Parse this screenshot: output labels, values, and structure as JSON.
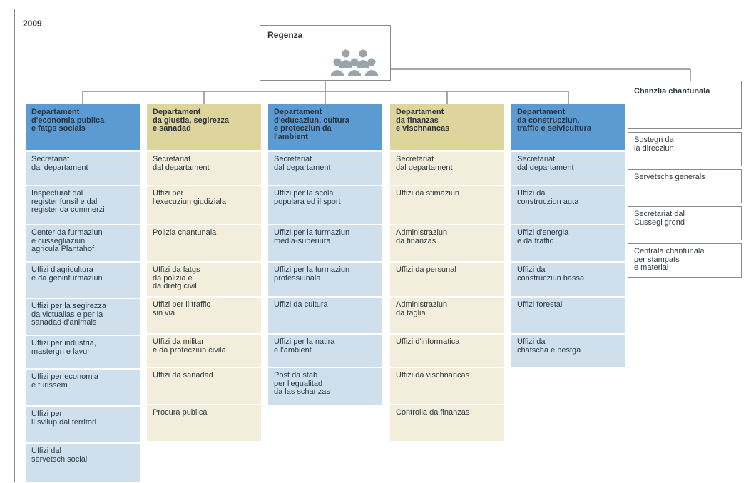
{
  "year": "2009",
  "regenza": {
    "title": "Regenza",
    "icon": "people-group-icon"
  },
  "colors": {
    "blue_header": "#5b9bd2",
    "blue_cell": "#cfe0ec",
    "tan_header": "#ded59c",
    "tan_cell": "#f2eedb",
    "line": "#8a8a8a"
  },
  "departments": [
    {
      "title": "Departament\nd'economia publica\ne fatgs socials",
      "theme": "blue",
      "units": [
        "Secretariat\ndal departament",
        "Inspecturat dal\nregister funsil e dal\nregister da commerzi",
        "Center da furmaziun\ne cussegliaziun\nagricula Plantahof",
        "Uffizi d'agricultura\ne da geoinfurmaziun",
        "Uffizi per la segirezza\nda victualias e per la\nsanadad d'animals",
        "Uffizi per industria,\nmastergn e lavur",
        "Uffizi per economia\ne turissem",
        "Uffizi per\nil svilup dal territori",
        "Uffizi dal\nservetsch social"
      ]
    },
    {
      "title": "Departament\nda giustia, segirezza\ne sanadad",
      "theme": "tan",
      "units": [
        "Secretariat\ndal departament",
        "Uffizi per\nl'execuziun giudiziala",
        "Polizia chantunala",
        "Uffizi da fatgs\nda polizia e\nda dretg civil",
        "Uffizi per il traffic\nsin via",
        "Uffizi da militar\ne da protecziun civila",
        "Uffizi da sanadad",
        "Procura publica"
      ]
    },
    {
      "title": "Departament\nd'educaziun, cultura\ne protecziun da\nl'ambient",
      "theme": "blue",
      "units": [
        "Secretariat\ndal departament",
        "Uffizi per la scola\npopulara ed il sport",
        "Uffizi per la furmaziun\nmedia-superiura",
        "Uffizi per la furmaziun\nprofessiunala",
        "Uffizi da cultura",
        "Uffizi per la natira\ne l'ambient",
        "Post da stab\nper l'egualitad\nda las schanzas"
      ]
    },
    {
      "title": "Departament\nda finanzas\ne vischnancas",
      "theme": "tan",
      "units": [
        "Secretariat\ndal departament",
        "Uffizi da stimaziun",
        "Administraziun\nda finanzas",
        "Uffizi da persunal",
        "Administraziun\nda taglia",
        "Uffizi d'informatica",
        "Uffizi da vischnancas",
        "Controlla da finanzas"
      ]
    },
    {
      "title": "Departament\nda construcziun,\ntraffic e selvicultura",
      "theme": "blue",
      "units": [
        "Secretariat\ndal departament",
        "Uffizi da\nconstrucziun auta",
        "Uffizi d'energia\ne da traffic",
        "Uffizi da\nconstrucziun bassa",
        "Uffizi forestal",
        "Uffizi da\nchatscha e pestga"
      ]
    }
  ],
  "chanzlia": {
    "title": "Chanzlia chantunala",
    "units": [
      "Sustegn da\nla direcziun",
      "Servetschs generals",
      "Secretariat dal\nCussegl grond",
      "Centrala chantunala\nper stampats\ne material"
    ]
  }
}
